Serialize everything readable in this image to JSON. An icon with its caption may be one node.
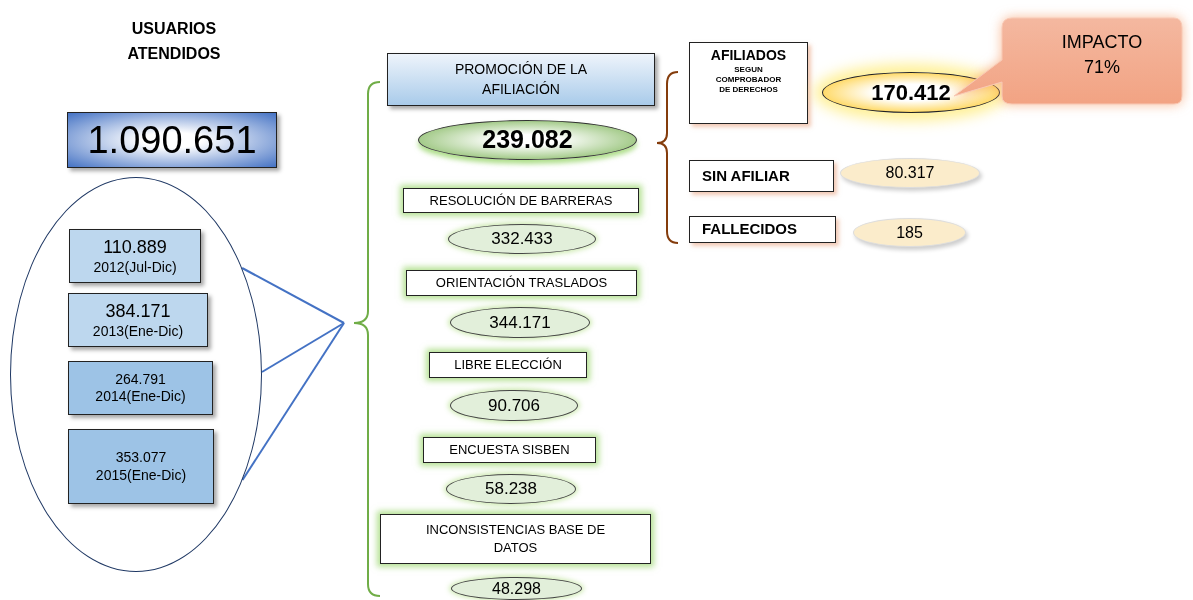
{
  "diagram": {
    "title": "USUARIOS ATENDIDOS",
    "nodes": [
      {
        "text": [
          "1.090.651"
        ]
      },
      {
        "text": [],
        "shape": "circle"
      },
      {
        "text": [
          "110.889",
          "2012(Jul-Dic)"
        ],
        "in": 1
      },
      {
        "text": [
          "384.171",
          "2013(Ene-Dic)"
        ],
        "in": 1
      },
      {
        "text": [
          "264.791",
          "2014(Ene-Dic)"
        ],
        "in": 1
      },
      {
        "text": [
          "353.077",
          "2015(Ene-Dic)"
        ],
        "in": 1
      },
      {
        "text": [],
        "shape": "brace"
      },
      {
        "text": [
          "PROMOCIÓN DE LA AFILIACIÓN"
        ]
      },
      {
        "text": [
          "239.082"
        ]
      },
      {
        "text": [
          "RESOLUCIÓN DE BARRERAS"
        ]
      },
      {
        "text": [
          "332.433"
        ]
      },
      {
        "text": [
          "ORIENTACIÓN TRASLADOS"
        ]
      },
      {
        "text": [
          "344.171"
        ]
      },
      {
        "text": [
          "LIBRE ELECCIÓN"
        ]
      },
      {
        "text": [
          "90.706"
        ]
      },
      {
        "text": [
          "ENCUESTA SISBEN"
        ]
      },
      {
        "text": [
          "58.238"
        ]
      },
      {
        "text": [
          "INCONSISTENCIAS BASE DE DATOS"
        ]
      },
      {
        "text": [
          "48.298"
        ]
      },
      {
        "text": [
          "AFILIADOS",
          "SEGUN COMPROBADOR DE DERECHOS"
        ]
      },
      {
        "text": [
          "170.412"
        ]
      },
      {
        "text": [
          "IMPACTO 71%"
        ]
      },
      {
        "text": [
          "SIN AFILIAR"
        ]
      },
      {
        "text": [
          "80.317"
        ]
      },
      {
        "text": [
          "FALLECIDOS"
        ]
      },
      {
        "text": [
          "185"
        ]
      }
    ],
    "edges": [
      {
        "from": 1,
        "to": 6,
        "arrow": "none",
        "color": "#4472c4"
      },
      {
        "from": 1,
        "to": 6,
        "arrow": "none",
        "color": "#4472c4"
      },
      {
        "from": 1,
        "to": 6,
        "arrow": "none",
        "color": "#4472c4"
      }
    ]
  }
}
